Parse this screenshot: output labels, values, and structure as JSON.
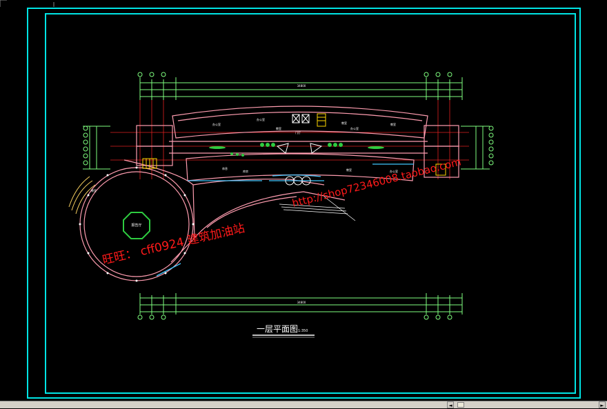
{
  "drawing": {
    "title": "一层平面图",
    "scale": "1:350",
    "circle_room_label": "报告厅",
    "small_labels": [
      "办公室",
      "办公室",
      "教室",
      "教室",
      "教室",
      "办公室",
      "门厅",
      "休息",
      "库房",
      "教室",
      "办公室",
      "教室"
    ],
    "dimension_top": "34800",
    "dimension_bottom": "34800"
  },
  "watermark": {
    "contact": "旺旺： cff0924  建筑加油站",
    "shop_url": "http://shop72346008.taobao.com"
  },
  "colors": {
    "background": "#000000",
    "frame_outer": "#00e5e5",
    "frame_inner": "#00e5e5",
    "wall": "#ff9db0",
    "axis": "#e02020",
    "dimension": "#7fff7f",
    "glass": "#40c8ff",
    "watermark": "#ff1a1a",
    "text": "#ffffff"
  },
  "scrollbar": {
    "left_arrow": "◄",
    "right_arrow": "►"
  }
}
